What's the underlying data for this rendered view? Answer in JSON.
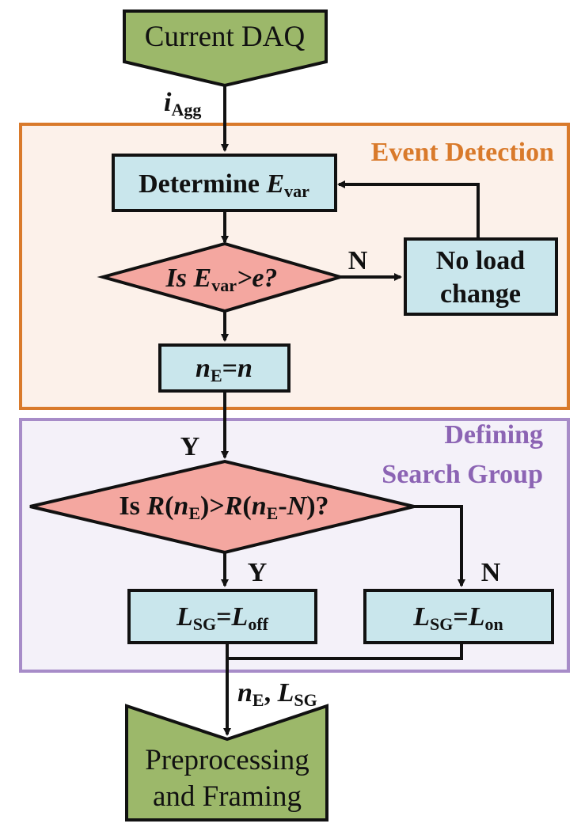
{
  "colors": {
    "terminal_fill": "#9cb86a",
    "process_fill": "#c9e6ec",
    "decision_fill": "#f4a7a0",
    "event_box_fill": "#fcf1ea",
    "event_box_stroke": "#d97a2b",
    "search_box_fill": "#f4f1f9",
    "search_box_stroke": "#a78cc8"
  },
  "start": {
    "label": "Current DAQ"
  },
  "input_signal": {
    "base": "i",
    "sub": "Agg"
  },
  "event_detection": {
    "title": "Event Detection",
    "determine": {
      "prefix": "Determine ",
      "var": "E",
      "sub": "var"
    },
    "decision": {
      "prefix": "Is ",
      "var": "E",
      "sub": "var",
      "suffix": ">e?"
    },
    "no_branch_label": "N",
    "no_load_change": {
      "line1": "No load",
      "line2": "change"
    },
    "assign": {
      "var": "n",
      "sub": "E",
      "eq": "=",
      "rhs": "n"
    }
  },
  "search_group": {
    "title_line1": "Defining",
    "title_line2": "Search Group",
    "entry_label": "Y",
    "decision": {
      "text": "Is R(n",
      "sub1": "E",
      "mid": ")>R(n",
      "sub2": "E",
      "suffix": "-N)?"
    },
    "yes_label": "Y",
    "no_label": "N",
    "off_box": {
      "var": "L",
      "sub": "SG",
      "eq": "=L",
      "rhs_sub": "off"
    },
    "on_box": {
      "var": "L",
      "sub": "SG",
      "eq": "=L",
      "rhs_sub": "on"
    }
  },
  "output_signal": {
    "v1": "n",
    "s1": "E",
    "sep": ", ",
    "v2": "L",
    "s2": "SG"
  },
  "end": {
    "line1": "Preprocessing",
    "line2": "and Framing"
  }
}
